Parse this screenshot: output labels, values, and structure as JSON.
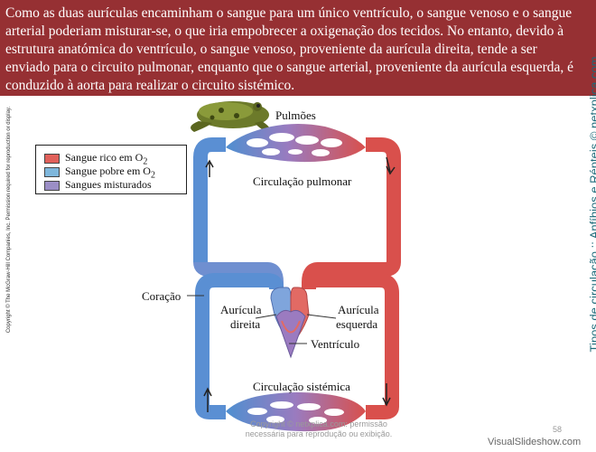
{
  "banner": {
    "text": "Como as duas aurículas encaminham o sangue para um único ventrículo, o sangue venoso e o sangue arterial poderiam misturar-se, o que iria empobrecer a oxigenação dos tecidos. No entanto, devido à estrutura anatómica do ventrículo, o sangue venoso, proveniente da aurícula direita, tende a ser enviado para o circuito pulmonar, enquanto que o sangue arterial, proveniente da aurícula esquerda, é conduzido à aorta para realizar o circuito sistémico.",
    "color": "#963033"
  },
  "side_title": "Tipos de circulação :: Anfíbios e Répteis © netxplica.com",
  "copyright": "Copyright © The McGraw-Hill Companies, Inc. Permission required for reproduction or display.",
  "legend": {
    "items": [
      {
        "label": "Sangue rico em O",
        "sub": "2",
        "color": "#e0605a"
      },
      {
        "label": "Sangue pobre em O",
        "sub": "2",
        "color": "#7fb7dc"
      },
      {
        "label": "Sangues misturados",
        "sub": "",
        "color": "#9b8ec6"
      }
    ]
  },
  "labels": {
    "pulmoes": "Pulmões",
    "circ_pulmonar": "Circulação pulmonar",
    "coracao": "Coração",
    "auricula_direita_1": "Aurícula",
    "auricula_direita_2": "direita",
    "auricula_esquerda_1": "Aurícula",
    "auricula_esquerda_2": "esquerda",
    "ventriculo": "Ventrículo",
    "circ_sistemica": "Circulação sistémica"
  },
  "footer": {
    "line1": "Copyright © netxplica.com: permissão",
    "line2": "necessária para reprodução ou exibição."
  },
  "page_number": "58",
  "watermark": "VisualSlideshow.com",
  "colors": {
    "oxygen_rich": "#e0605a",
    "oxygen_poor": "#4f8fd0",
    "mixed": "#9b8ec6",
    "accent": "#1d6a79"
  }
}
